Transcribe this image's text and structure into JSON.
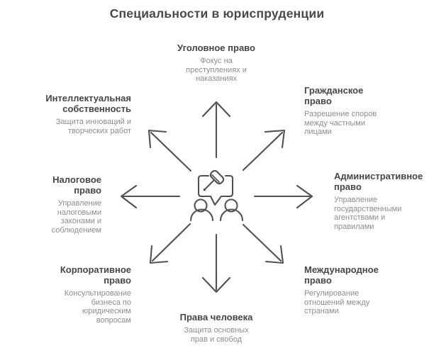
{
  "title": "Специальности в юриспруденции",
  "theme": {
    "background": "#ffffff",
    "title_color": "#48494c",
    "heading_color": "#454649",
    "description_color": "#8d8d90",
    "line_color": "#505156"
  },
  "center": {
    "icon": "gavel-speech-bubble-with-people-icon"
  },
  "diagram": {
    "nodes": [
      {
        "id": "criminal",
        "direction": "up",
        "label": "Уголовное право",
        "description": "Фокус на преступлениях и наказаниях"
      },
      {
        "id": "civil",
        "direction": "up-right",
        "label": "Гражданское право",
        "description": "Разрешение споров между частными лицами"
      },
      {
        "id": "administrative",
        "direction": "right",
        "label": "Административное право",
        "description": "Управление государственными агентствами и правилами"
      },
      {
        "id": "international",
        "direction": "down-right",
        "label": "Международное право",
        "description": "Регулирование отношений между странами"
      },
      {
        "id": "human_rights",
        "direction": "down",
        "label": "Права человека",
        "description": "Защита основных прав и свобод"
      },
      {
        "id": "corporate",
        "direction": "down-left",
        "label": "Корпоративное право",
        "description": "Консультирование бизнеса по юридическим вопросам"
      },
      {
        "id": "tax",
        "direction": "left",
        "label": "Налоговое право",
        "description": "Управление налоговыми законами и соблюдением"
      },
      {
        "id": "ip",
        "direction": "up-left",
        "label": "Интеллектуальная собственность",
        "description": "Защита инноваций и творческих работ"
      }
    ]
  }
}
